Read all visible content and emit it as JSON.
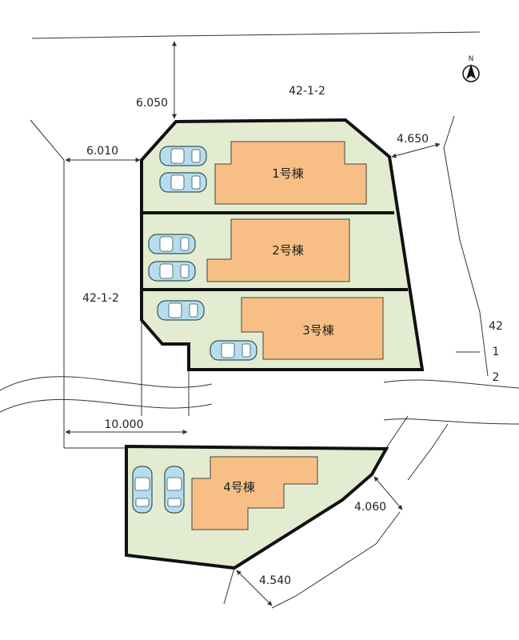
{
  "colors": {
    "lot": "#e3ecd0",
    "house": "#f7bf85",
    "car": "#b8dcef",
    "border": "#111111"
  },
  "north_label": "N",
  "houses": [
    {
      "label": "1号棟"
    },
    {
      "label": "2号棟"
    },
    {
      "label": "3号棟"
    },
    {
      "label": "4号棟"
    }
  ],
  "roads": {
    "north": "42-1-2",
    "west": "42-1-2",
    "east_lines": [
      "42",
      "1",
      "2"
    ]
  },
  "dimensions": {
    "north_width": "6.050",
    "west_width": "6.010",
    "east_width": "4.650",
    "bottom_width": "10.000",
    "lot4_east": "4.060",
    "lot4_south": "4.540"
  }
}
